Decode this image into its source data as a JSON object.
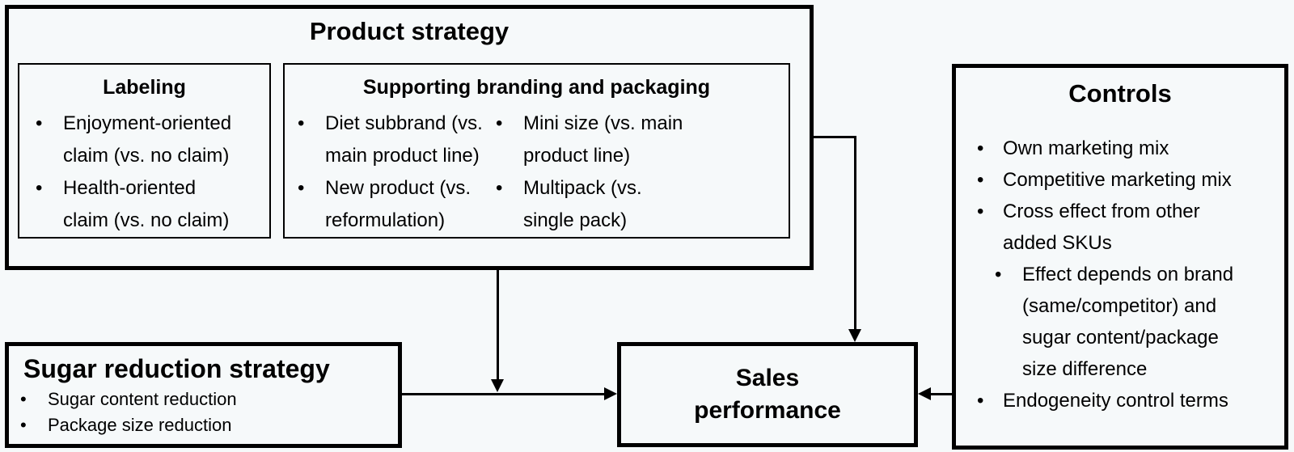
{
  "colors": {
    "background": "#f6f9fa",
    "line": "#000000",
    "text": "#000000"
  },
  "chars": {
    "bullet": "•"
  },
  "product_strategy": {
    "title": "Product strategy",
    "labeling": {
      "title": "Labeling",
      "items": [
        "Enjoyment-oriented\nclaim (vs. no claim)",
        "Health-oriented\nclaim (vs. no claim)"
      ]
    },
    "branding": {
      "title": "Supporting branding and packaging",
      "col1": [
        "Diet subbrand (vs.\nmain product line)",
        "New product (vs.\nreformulation)"
      ],
      "col2": [
        "Mini size (vs. main\nproduct line)",
        "Multipack (vs.\nsingle pack)"
      ]
    }
  },
  "sugar_reduction": {
    "title": "Sugar reduction strategy",
    "items": [
      "Sugar content reduction",
      "Package size reduction"
    ]
  },
  "sales_performance": {
    "title": "Sales\nperformance"
  },
  "controls": {
    "title": "Controls",
    "items": [
      {
        "level": 1,
        "text": "Own marketing mix"
      },
      {
        "level": 1,
        "text": "Competitive marketing mix"
      },
      {
        "level": 1,
        "text": "Cross effect from other\nadded SKUs"
      },
      {
        "level": 2,
        "text": "Effect depends on brand\n(same/competitor) and\nsugar content/package\nsize difference"
      },
      {
        "level": 1,
        "text": "Endogeneity control terms"
      }
    ]
  }
}
